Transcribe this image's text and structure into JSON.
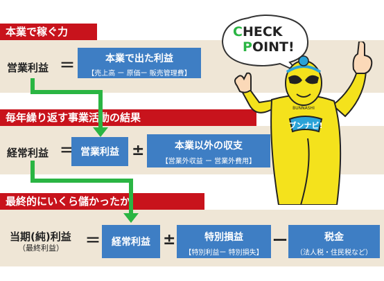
{
  "sections": [
    {
      "title": "本業で稼ぐ力"
    },
    {
      "title": "毎年繰り返す事業活動の結果"
    },
    {
      "title": "最終的にいくら儲かったか"
    }
  ],
  "row1": {
    "label": "営業利益",
    "equals": "＝",
    "box": {
      "main": "本業で出た利益",
      "sub": "【売上高 ー 原価ー 販売管理費】"
    }
  },
  "row2": {
    "label": "経常利益",
    "equals": "＝",
    "box1": "営業利益",
    "pm": "±",
    "box2": {
      "main": "本業以外の収支",
      "sub": "【営業外収益 ー 営業外費用】"
    }
  },
  "row3": {
    "label": "当期(純)利益",
    "label_sub": "（最終利益）",
    "equals": "＝",
    "box1": "経常利益",
    "pm": "±",
    "box2": {
      "main": "特別損益",
      "sub": "【特別利益ー 特別損失】"
    },
    "minus": "ー",
    "box3": {
      "main": "税金",
      "sub": "（法人税・住民税など）"
    }
  },
  "bubble": {
    "line1_first": "C",
    "line1_rest": "HECK",
    "line2_first": "P",
    "line2_rest": "OINT!"
  },
  "mascot": {
    "name_small": "BUNNASHI",
    "belt": "ブンナビ!"
  },
  "colors": {
    "header": "#c8131c",
    "box": "#3e7ec4",
    "band": "#efe6d6",
    "arrow": "#2ab543",
    "mascot": "#f4e21c"
  }
}
